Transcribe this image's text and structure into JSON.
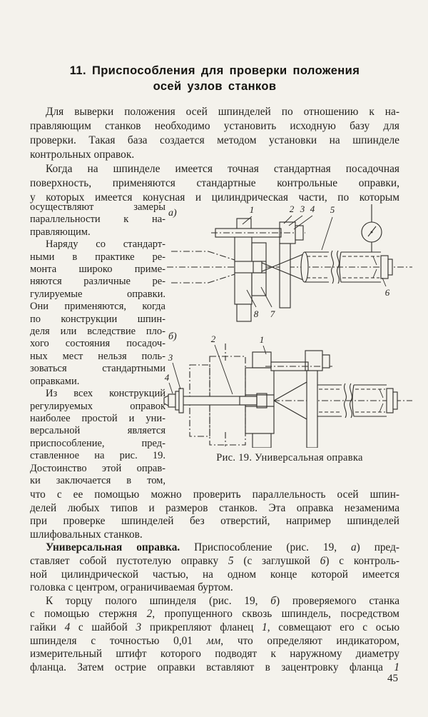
{
  "page_number": "45",
  "heading": {
    "line1": "11. Приспособления для проверки положения",
    "line2": "осей узлов станков"
  },
  "figure": {
    "caption": "Рис. 19. Универсальная оправка",
    "a": {
      "label": "а)",
      "callouts": [
        "1",
        "2",
        "3",
        "4",
        "5",
        "6",
        "7",
        "8"
      ]
    },
    "b": {
      "label": "б)",
      "callouts": [
        "1",
        "2",
        "3",
        "4"
      ]
    }
  },
  "blocks": {
    "top": [
      [
        {
          "t": "Для выверки положения осей шпинделей по отношению к на-",
          "in": 1,
          "j": 1
        },
        {
          "t": "правляющим станков необходимо установить исходную базу для",
          "j": 1
        },
        {
          "t": "проверки. Такая база создается методом установки на шпинделе",
          "j": 1
        },
        {
          "t": "контрольных оправок."
        }
      ],
      [
        {
          "t": "Когда на шпинделе имеется точная стандартная посадочная",
          "in": 1,
          "j": 1
        },
        {
          "t": "поверхность, применяются стандартные контрольные оправки,",
          "j": 1
        },
        {
          "t": "у которых имеется конусная и цилиндрическая части, по которым",
          "j": 1
        }
      ]
    ],
    "narrow": [
      [
        {
          "t": "осуществляют замеры",
          "j": 1
        },
        {
          "t": "параллельности к на-",
          "j": 1
        },
        {
          "t": "правляющим."
        }
      ],
      [
        {
          "t": "Наряду со стандарт-",
          "in": 1,
          "j": 1
        },
        {
          "t": "ными в практике ре-",
          "j": 1
        },
        {
          "t": "монта широко приме-",
          "j": 1
        },
        {
          "t": "няются различные ре-",
          "j": 1
        },
        {
          "t": "гулируемые оправки.",
          "j": 1
        },
        {
          "t": "Они применяются, когда",
          "j": 1
        },
        {
          "t": "по конструкции шпин-",
          "j": 1
        },
        {
          "t": "деля или вследствие пло-",
          "j": 1
        },
        {
          "t": "хого состояния посадоч-",
          "j": 1
        },
        {
          "t": "ных мест нельзя поль-",
          "j": 1
        },
        {
          "t": "зоваться стандартными",
          "j": 1
        },
        {
          "t": "оправками."
        }
      ],
      [
        {
          "t": "Из всех конструкций",
          "in": 1,
          "j": 1
        },
        {
          "t": "регулируемых оправок",
          "j": 1
        },
        {
          "t": "наиболее простой и уни-",
          "j": 1
        },
        {
          "t": "версальной является",
          "j": 1
        },
        {
          "t": "приспособление, пред-",
          "j": 1
        },
        {
          "t": "ставленное на рис. 19.",
          "j": 1
        },
        {
          "t": "Достоинство этой оправ-",
          "j": 1
        },
        {
          "t": "ки заключается в том,",
          "j": 1
        }
      ]
    ],
    "bottom": [
      [
        {
          "t": "что с ее помощью можно проверить параллельность осей шпин-",
          "j": 1
        },
        {
          "t": "делей любых типов и размеров станков. Эта оправка незаменима",
          "j": 1
        },
        {
          "t": "при проверке шпинделей без отверстий, например шпинделей",
          "j": 1
        },
        {
          "t": "шлифовальных станков."
        }
      ],
      [
        {
          "in": 1,
          "j": 1,
          "s": [
            {
              "t": "Универсальная оправка.",
              "b": 1
            },
            {
              "t": " Приспособление (рис. 19, "
            },
            {
              "t": "а",
              "i": 1
            },
            {
              "t": ") пред-"
            }
          ]
        },
        {
          "j": 1,
          "s": [
            {
              "t": "ставляет собой пустотелую оправку "
            },
            {
              "t": "5",
              "i": 1
            },
            {
              "t": " (с заглушкой "
            },
            {
              "t": "6",
              "i": 1
            },
            {
              "t": ") с контроль-"
            }
          ]
        },
        {
          "t": "ной цилиндрической частью, на одном конце которой имеется",
          "j": 1
        },
        {
          "t": "головка с центром, ограничиваемая буртом."
        }
      ],
      [
        {
          "in": 1,
          "j": 1,
          "s": [
            {
              "t": "К торцу полого шпинделя (рис. 19, "
            },
            {
              "t": "б",
              "i": 1
            },
            {
              "t": ") проверяемого станка"
            }
          ]
        },
        {
          "j": 1,
          "s": [
            {
              "t": "с помощью стержня "
            },
            {
              "t": "2",
              "i": 1
            },
            {
              "t": ", пропущенного сквозь шпиндель, посредством"
            }
          ]
        },
        {
          "j": 1,
          "s": [
            {
              "t": "гайки "
            },
            {
              "t": "4",
              "i": 1
            },
            {
              "t": " с шайбой "
            },
            {
              "t": "3",
              "i": 1
            },
            {
              "t": " прикрепляют фланец "
            },
            {
              "t": "1",
              "i": 1
            },
            {
              "t": ", совмещают его с осью"
            }
          ]
        },
        {
          "j": 1,
          "s": [
            {
              "t": "шпинделя с точностью 0,01 "
            },
            {
              "t": "мм",
              "i": 1
            },
            {
              "t": ", что определяют индикатором,"
            }
          ]
        },
        {
          "t": "измерительный штифт которого подводят к наружному диаметру",
          "j": 1
        },
        {
          "j": 1,
          "s": [
            {
              "t": "фланца. Затем острие оправки вставляют в зацентровку фланца "
            },
            {
              "t": "1",
              "i": 1
            }
          ]
        }
      ]
    ]
  }
}
